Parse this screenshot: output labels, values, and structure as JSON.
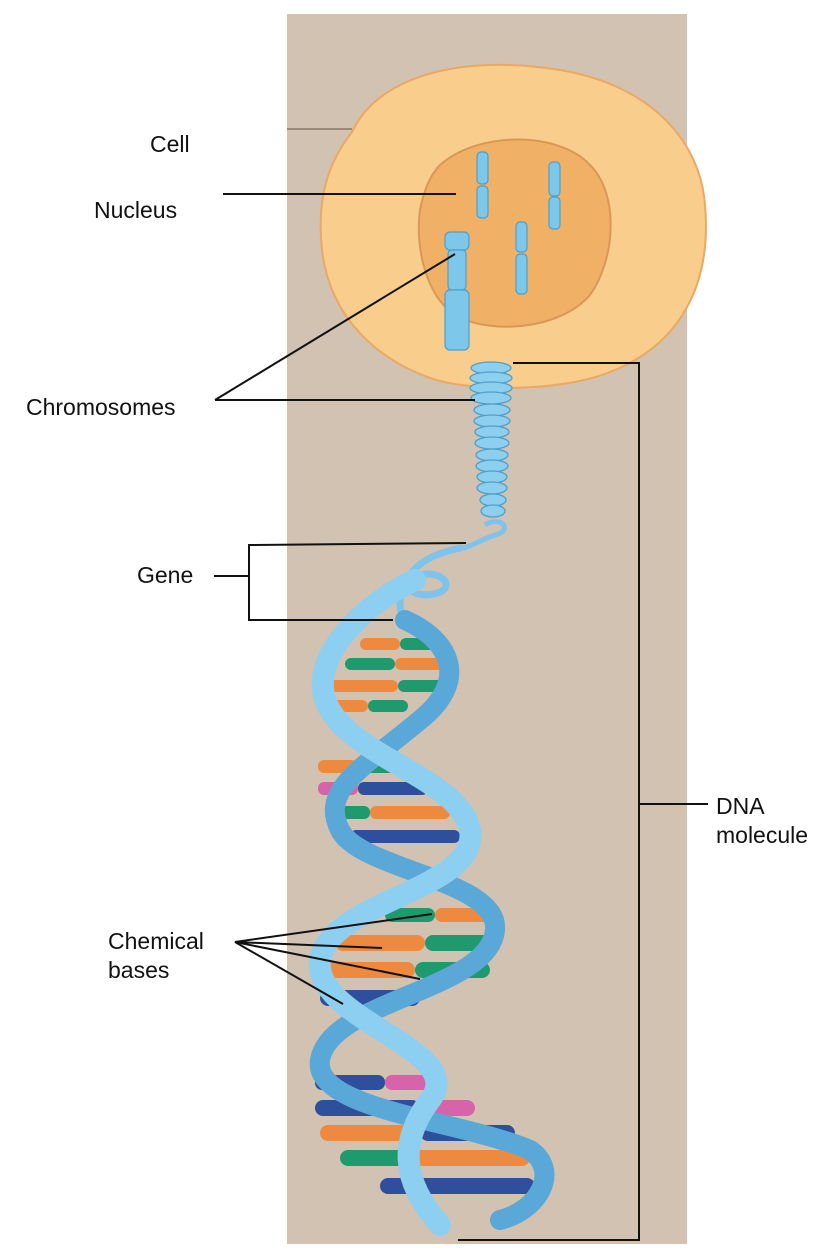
{
  "labels": {
    "cell": "Cell",
    "nucleus": "Nucleus",
    "chromosomes": "Chromosomes",
    "gene": "Gene",
    "chemical_bases_line1": "Chemical",
    "chemical_bases_line2": "bases",
    "dna_line1": "DNA",
    "dna_line2": "molecule"
  },
  "colors": {
    "panel": "#d2c2b1",
    "cell": "#f9cd8c",
    "nucleus": "#f0b167",
    "chromosome": "#7cc7ea",
    "helix": "#7ec3eb",
    "base_orange": "#ee8a3f",
    "base_green": "#1e9a6e",
    "base_navy": "#2d4f9c",
    "base_pink": "#d764aa",
    "leader": "#111111"
  }
}
